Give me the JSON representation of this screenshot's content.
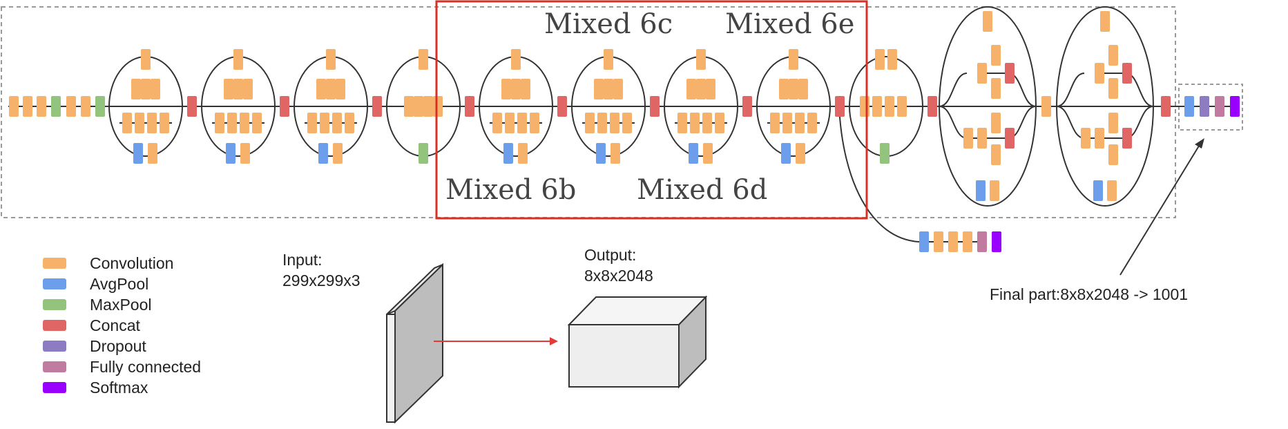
{
  "colors": {
    "convolution": "#F6B26B",
    "avgpool": "#6D9EEB",
    "maxpool": "#93C47D",
    "concat": "#E06666",
    "dropout": "#8E7CC3",
    "fully_connected": "#C27BA0",
    "softmax": "#9900FF",
    "highlight_box": "#D93025",
    "dashed_border": "#999999"
  },
  "labels": {
    "mixed_6b": "Mixed 6b",
    "mixed_6c": "Mixed 6c",
    "mixed_6d": "Mixed 6d",
    "mixed_6e": "Mixed 6e"
  },
  "legend": [
    {
      "label": "Convolution",
      "color_key": "convolution"
    },
    {
      "label": "AvgPool",
      "color_key": "avgpool"
    },
    {
      "label": "MaxPool",
      "color_key": "maxpool"
    },
    {
      "label": "Concat",
      "color_key": "concat"
    },
    {
      "label": "Dropout",
      "color_key": "dropout"
    },
    {
      "label": "Fully connected",
      "color_key": "fully_connected"
    },
    {
      "label": "Softmax",
      "color_key": "softmax"
    }
  ],
  "input": {
    "line1": "Input:",
    "line2": "299x299x3"
  },
  "output": {
    "line1": "Output:",
    "line2": "8x8x2048"
  },
  "final_part": "Final part:8x8x2048 -> 1001"
}
